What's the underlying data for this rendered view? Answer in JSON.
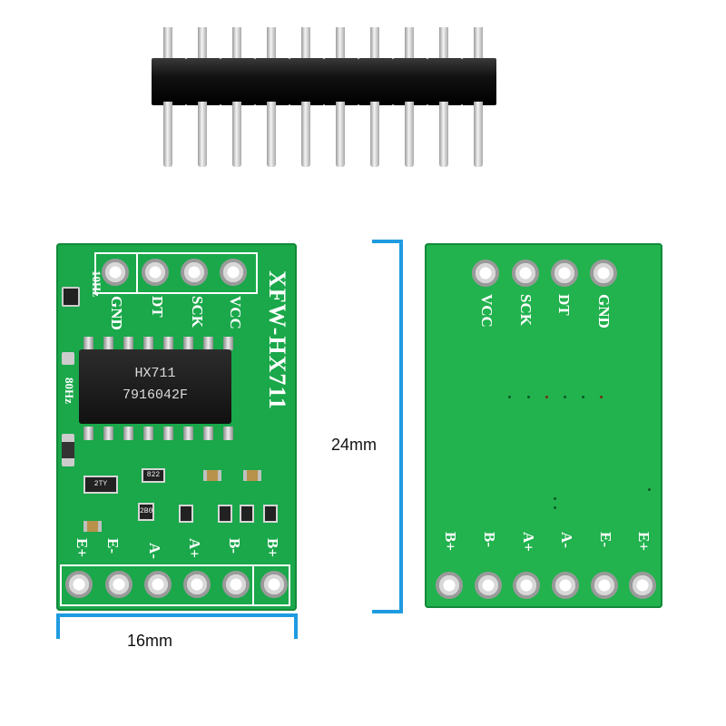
{
  "product": {
    "chip_model": "HX711",
    "chip_code": "7916042F",
    "board_name": "XFW-HX711"
  },
  "front": {
    "top_pins": [
      "GND",
      "DT",
      "SCK",
      "VCC"
    ],
    "bottom_pins": [
      "E+",
      "E-",
      "A-",
      "A+",
      "B-",
      "B+"
    ],
    "rate_labels": [
      "10Hz",
      "80Hz"
    ],
    "component_codes": [
      "822",
      "2TY",
      "2B0"
    ]
  },
  "back": {
    "top_pins": [
      "VCC",
      "SCK",
      "DT",
      "GND"
    ],
    "bottom_pins": [
      "B+",
      "B-",
      "A+",
      "A-",
      "E-",
      "E+"
    ]
  },
  "dimensions": {
    "height": "24mm",
    "width": "16mm"
  },
  "colors": {
    "pcb": "#1aa84a",
    "dimension_line": "#1e9be0"
  }
}
